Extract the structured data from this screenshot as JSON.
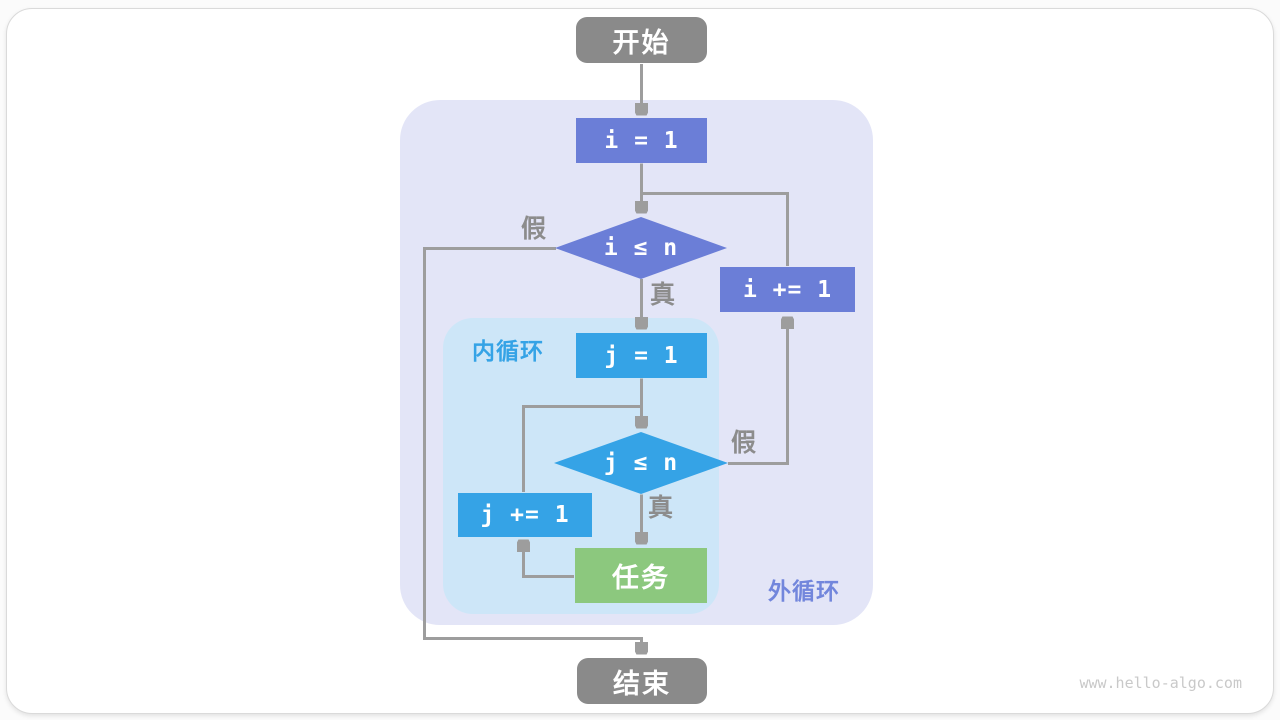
{
  "watermark": "www.hello-algo.com",
  "diagram": {
    "nodes": {
      "start": "开始",
      "init_i": "i = 1",
      "cond_i": "i ≤ n",
      "inc_i": "i += 1",
      "init_j": "j = 1",
      "cond_j": "j ≤ n",
      "inc_j": "j += 1",
      "task": "任务",
      "end": "结束"
    },
    "branch_labels": {
      "cond_i_false": "假",
      "cond_i_true": "真",
      "cond_j_false": "假",
      "cond_j_true": "真"
    },
    "region_labels": {
      "inner_loop": "内循环",
      "outer_loop": "外循环"
    },
    "colors": {
      "outer_loop_bg": "#e3e5f7",
      "inner_loop_bg": "#cde6f8",
      "outer_loop_accent": "#6b7ed7",
      "inner_loop_accent": "#35a3e6",
      "task_green": "#8cc87e",
      "terminal_gray": "#8a8a8a",
      "connector_gray": "#9d9d9d"
    }
  }
}
